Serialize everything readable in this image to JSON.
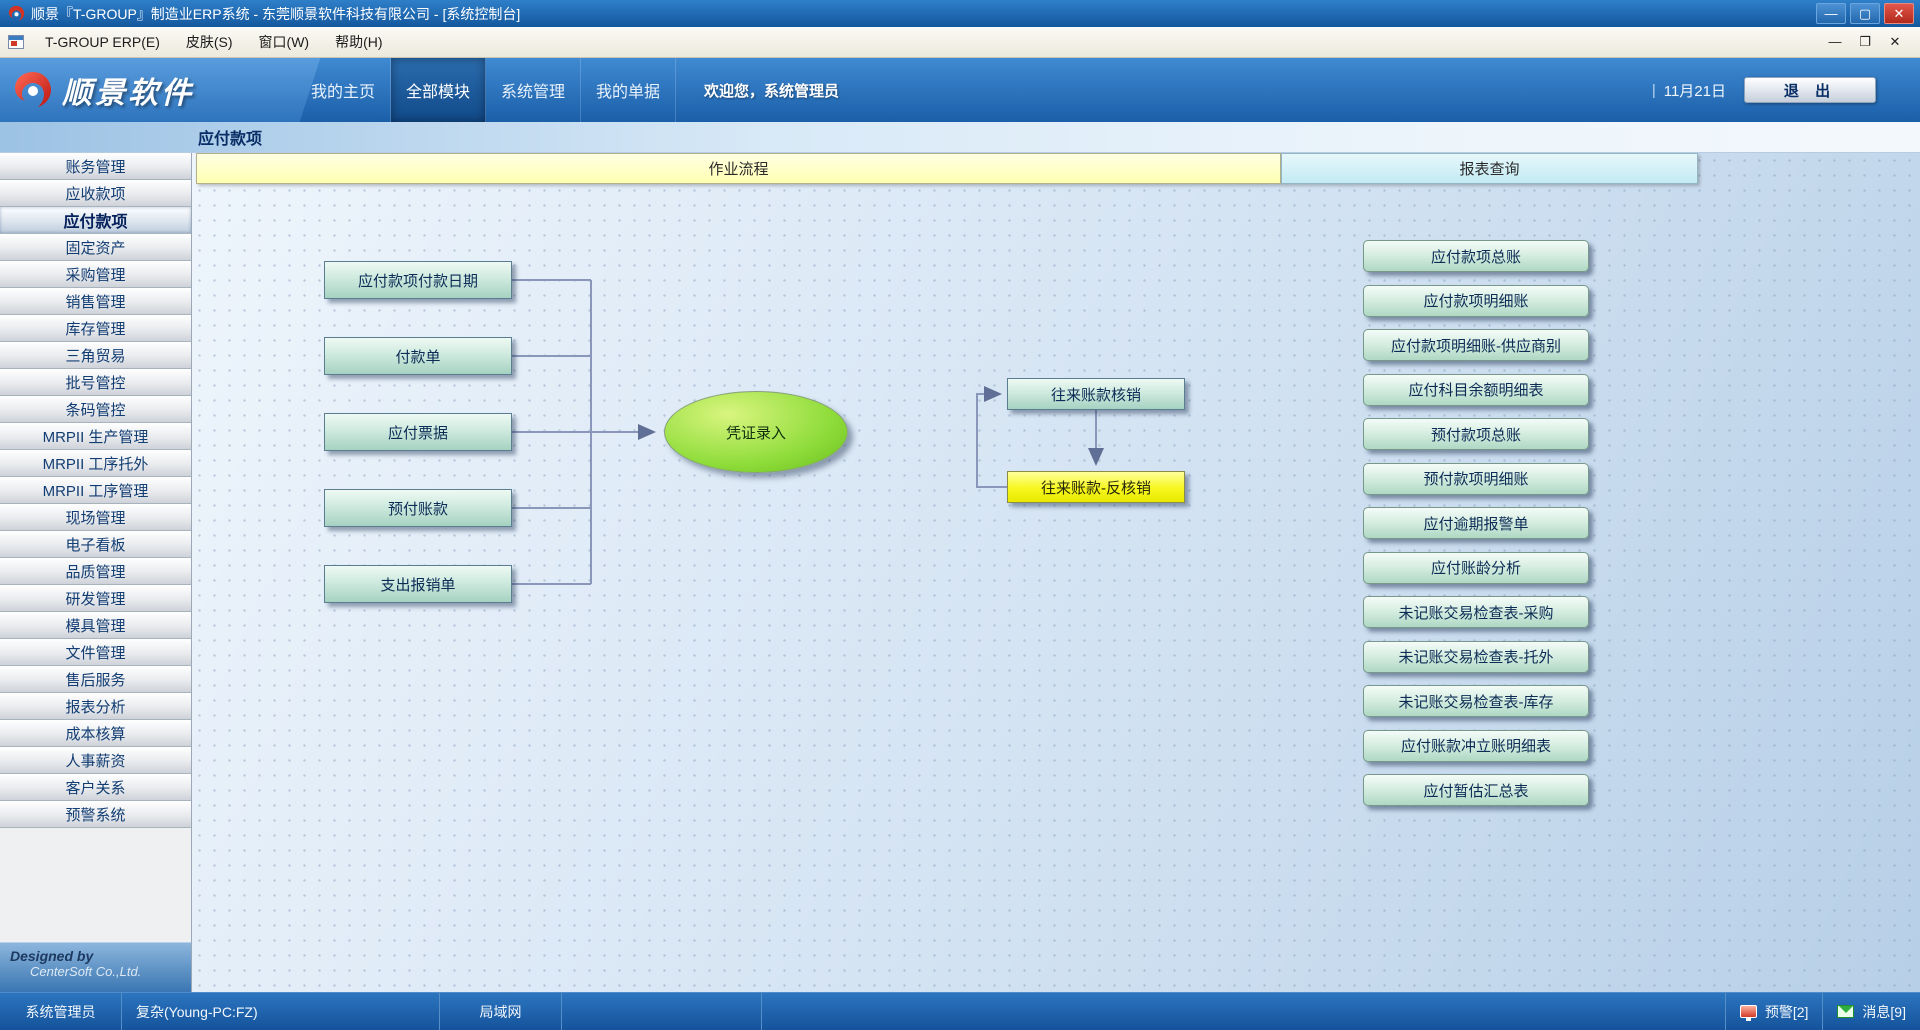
{
  "window": {
    "title": "顺景『T-GROUP』制造业ERP系统 - 东莞顺景软件科技有限公司 - [系统控制台]",
    "controls": {
      "minimize": "—",
      "maximize": "▢",
      "close": "✕"
    }
  },
  "menubar": {
    "items": [
      {
        "label": "T-GROUP ERP(E)"
      },
      {
        "label": "皮肤(S)"
      },
      {
        "label": "窗口(W)"
      },
      {
        "label": "帮助(H)"
      }
    ],
    "child_controls": {
      "minimize": "—",
      "restore": "❐",
      "close": "✕"
    }
  },
  "header": {
    "logo_text": "顺景软件",
    "tabs": [
      {
        "label": "我的主页",
        "active": false
      },
      {
        "label": "全部模块",
        "active": true
      },
      {
        "label": "系统管理",
        "active": false
      },
      {
        "label": "我的单据",
        "active": false
      }
    ],
    "welcome": "欢迎您，系统管理员",
    "date_separator": "|",
    "date": "11月21日",
    "exit_label": "退 出"
  },
  "page": {
    "title": "应付款项"
  },
  "sidebar": {
    "items": [
      "账务管理",
      "应收款项",
      "应付款项",
      "固定资产",
      "采购管理",
      "销售管理",
      "库存管理",
      "三角贸易",
      "批号管控",
      "条码管控",
      "MRPII 生产管理",
      "MRPII 工序托外",
      "MRPII 工序管理",
      "现场管理",
      "电子看板",
      "品质管理",
      "研发管理",
      "模具管理",
      "文件管理",
      "售后服务",
      "报表分析",
      "成本核算",
      "人事薪资",
      "客户关系",
      "预警系统"
    ],
    "active_item": "应付款项",
    "designed_by": "Designed by",
    "company": "CenterSoft Co.,Ltd."
  },
  "content": {
    "flow_tab": "作业流程",
    "report_tab": "报表查询",
    "flow": {
      "sources": [
        "应付款项付款日期",
        "付款单",
        "应付票据",
        "预付账款",
        "支出报销单"
      ],
      "center": "凭证录入",
      "verify": "往来账款核销",
      "reverse": "往来账款-反核销"
    },
    "reports": [
      "应付款项总账",
      "应付款项明细账",
      "应付款项明细账-供应商别",
      "应付科目余额明细表",
      "预付款项总账",
      "预付款项明细账",
      "应付逾期报警单",
      "应付账龄分析",
      "未记账交易检查表-采购",
      "未记账交易检查表-托外",
      "未记账交易检查表-库存",
      "应付账款冲立账明细表",
      "应付暂估汇总表"
    ]
  },
  "statusbar": {
    "user": "系统管理员",
    "workstation": "复杂(Young-PC:FZ)",
    "network": "局域网",
    "alerts": "预警[2]",
    "messages": "消息[9]"
  },
  "colors": {
    "titlebar_blue": "#14589e",
    "header_blue": "#2e74bd",
    "flow_tab_bg": "#ffffb2",
    "report_tab_bg": "#c3eaf3",
    "node_fill": "#cfeadf",
    "center_node_green": "#8edc3a",
    "highlight_yellow": "#f7f71e",
    "statusbar_blue": "#14539b"
  }
}
